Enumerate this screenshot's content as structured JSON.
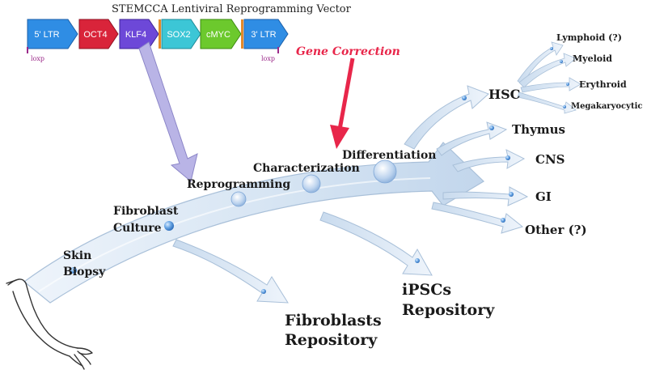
{
  "vector": {
    "title": "STEMCCA Lentiviral Reprogramming Vector",
    "segments": [
      {
        "label": "5' LTR",
        "color": "#2f8de4"
      },
      {
        "label": "OCT4",
        "color": "#d9243a"
      },
      {
        "label": "KLF4",
        "color": "#6d48d8"
      },
      {
        "label": "SOX2",
        "color": "#3cc6d6"
      },
      {
        "label": "cMYC",
        "color": "#6cc92d"
      },
      {
        "label": "3' LTR",
        "color": "#2f8de4"
      }
    ],
    "loxp_left": "loxp",
    "loxp_right": "loxp"
  },
  "gene_correction": "Gene Correction",
  "stages": {
    "skin_biopsy": [
      "Skin",
      "Biopsy"
    ],
    "fibroblast_culture": [
      "Fibroblast",
      "Culture"
    ],
    "reprogramming": "Reprogramming",
    "characterization": "Characterization",
    "differentiation": "Differentiation"
  },
  "repositories": {
    "fibroblasts": [
      "Fibroblasts",
      "Repository"
    ],
    "ipscs": [
      "iPSCs",
      "Repository"
    ]
  },
  "hsc": {
    "label": "HSC",
    "branches": [
      "Lymphoid (?)",
      "Myeloid",
      "Erythroid",
      "Megakaryocytic"
    ]
  },
  "outputs": [
    "Thymus",
    "CNS",
    "GI",
    "Other (?)"
  ],
  "colors": {
    "arrow_fill": "#d8e6f4",
    "arrow_edge": "#a9c0d9",
    "bead": "#3f86d3",
    "vector_arrow": "#b9b4e6",
    "gene_correction": "#e8264a",
    "loxp": "#9b2a8a"
  }
}
